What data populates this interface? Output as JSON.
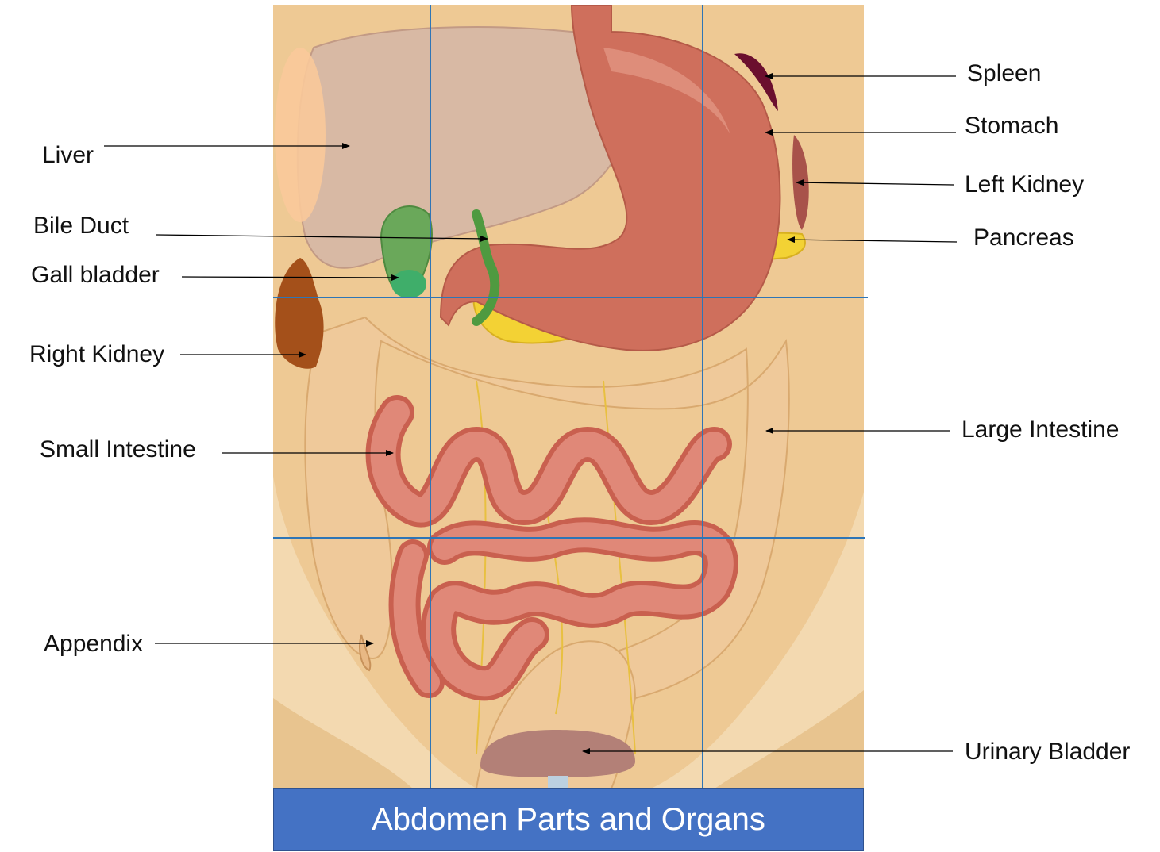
{
  "title": "Abdomen Parts and Organs",
  "labels": {
    "spleen": "Spleen",
    "stomach": "Stomach",
    "left_kidney": "Left Kidney",
    "pancreas": "Pancreas",
    "large_intestine": "Large Intestine",
    "urinary_bladder": "Urinary Bladder",
    "liver": "Liver",
    "bile_duct": "Bile Duct",
    "gall_bladder": "Gall bladder",
    "right_kidney": "Right Kidney",
    "small_intestine": "Small Intestine",
    "appendix": "Appendix"
  },
  "colors": {
    "background_skin": "#f0cf9d",
    "liver": "#d8b9a4",
    "stomach": "#cf6f5c",
    "spleen": "#6b0f2e",
    "gall_bladder": "#6aa85a",
    "pancreas": "#f3d234",
    "right_kidney": "#a4501a",
    "small_intestine": "#d9776a",
    "large_intestine": "#eec89a",
    "bladder": "#b38077",
    "grid_lines": "#2e75b6",
    "title_bar": "#4472c4"
  }
}
